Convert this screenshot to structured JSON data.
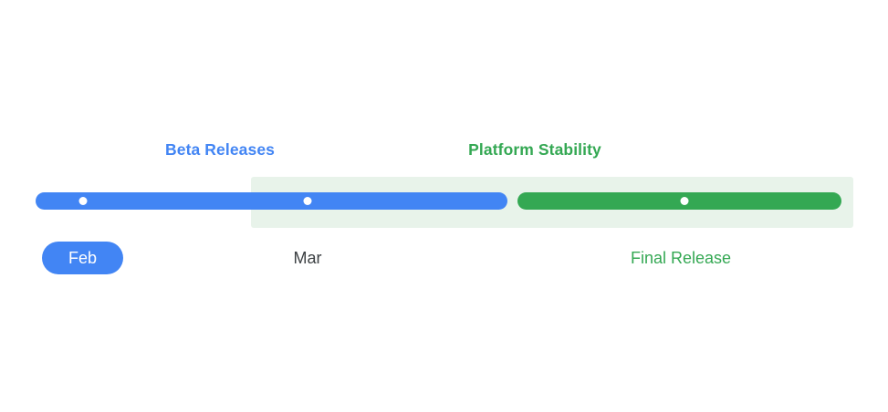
{
  "diagram": {
    "type": "release-timeline",
    "background_color": "#ffffff"
  },
  "colors": {
    "beta_blue": "#4285f4",
    "stability_green": "#34a853",
    "highlight_panel": "#e8f3ea",
    "neutral_text": "#3c4043",
    "dot_fill": "#ffffff"
  },
  "phases": [
    {
      "id": "beta",
      "caption": "Beta Releases",
      "color": "#4285f4"
    },
    {
      "id": "stability",
      "caption": "Platform Stability",
      "color": "#34a853"
    }
  ],
  "milestones": [
    {
      "id": "feb",
      "label": "Feb",
      "selected": true,
      "color": "#4285f4"
    },
    {
      "id": "mar",
      "label": "Mar",
      "selected": false,
      "color": "#3c4043"
    },
    {
      "id": "final",
      "label": "Final Release",
      "selected": false,
      "color": "#34a853"
    }
  ]
}
